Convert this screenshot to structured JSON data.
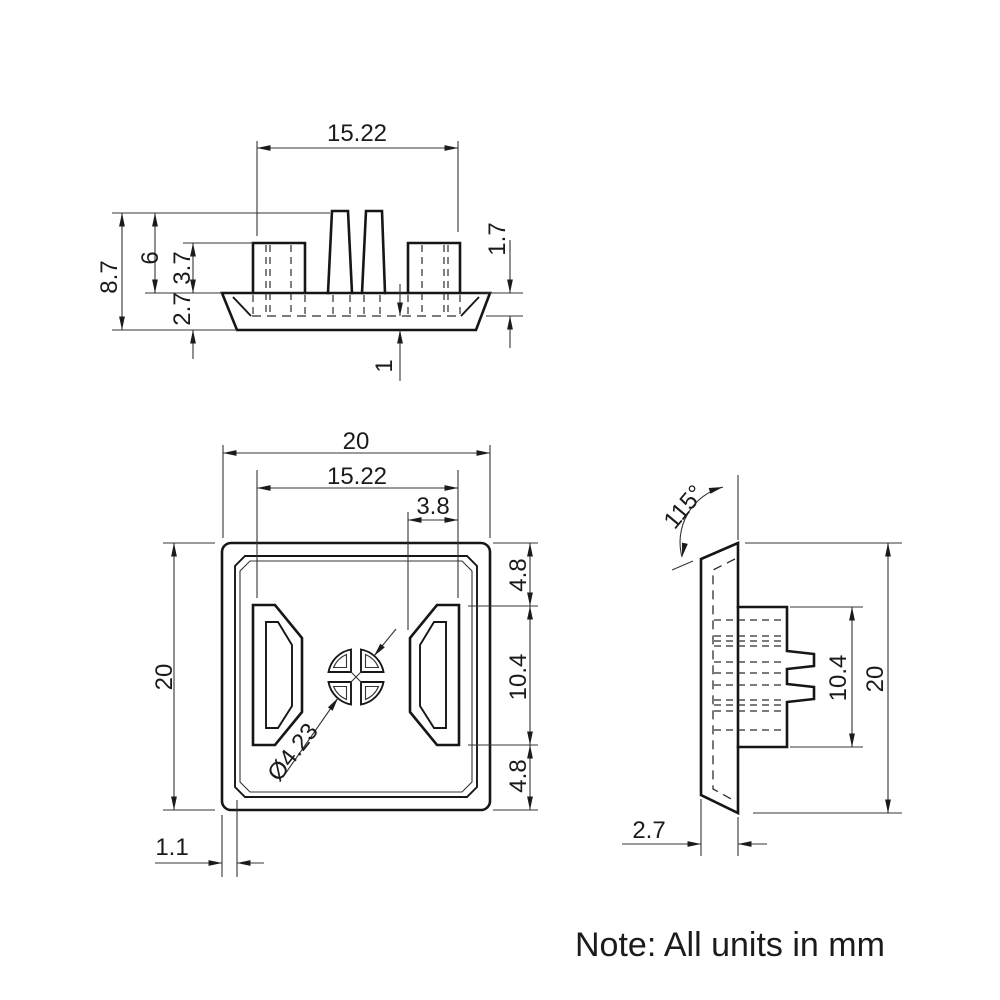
{
  "drawing": {
    "title": "end cap technical drawing",
    "ink_color": "#1b1b1b",
    "note": "Note: All units in mm",
    "top_view": {
      "prong_span": "15.22",
      "total_height": "8.7",
      "height_above_plate": "6",
      "side_prong_height": "3.7",
      "plate_thickness": "2.7",
      "recess_depth": "1.7",
      "bottom_wall": "1"
    },
    "front_view": {
      "overall_width": "20",
      "prong_span": "15.22",
      "slot_width": "3.8",
      "top_margin": "4.8",
      "slot_height": "10.4",
      "bottom_margin": "4.8",
      "overall_height": "20",
      "wall_offset": "1.1",
      "center_hole": "Ø4.23"
    },
    "side_view": {
      "face_angle": "115°",
      "boss_height": "10.4",
      "overall_height": "20",
      "plate_thickness": "2.7"
    }
  }
}
